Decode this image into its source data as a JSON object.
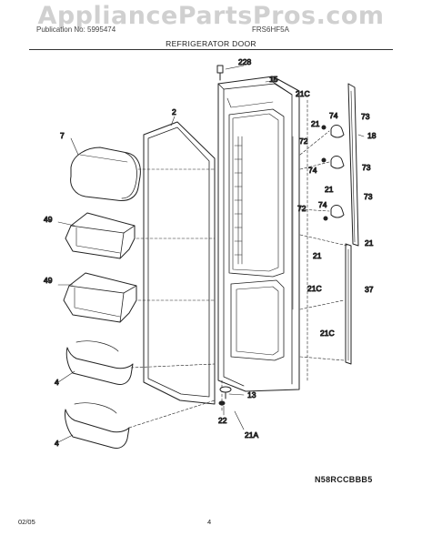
{
  "watermark": "AppliancePartsPros.com",
  "header": {
    "publication_text": "Publication No: 5995474",
    "model_text": "FRS6HF5A",
    "section_title": "REFRIGERATOR DOOR"
  },
  "diagram_code": "N58RCCBBB5",
  "footer": {
    "date": "02/05",
    "page": "4"
  },
  "part_labels": {
    "p228": "228",
    "p15": "15",
    "p21c_a": "21C",
    "p21_a": "21",
    "p74_a": "74",
    "p73_a": "73",
    "p18": "18",
    "p72_a": "72",
    "p74_b": "74",
    "p73_b": "73",
    "p21_b": "21",
    "p72_b": "72",
    "p74_c": "74",
    "p73_c": "73",
    "p21_c": "21",
    "p21_d": "21",
    "p37": "37",
    "p21c_b": "21C",
    "p21c_c": "21C",
    "p13": "13",
    "p22": "22",
    "p21a": "21A",
    "p2": "2",
    "p7": "7",
    "p49_a": "49",
    "p49_b": "49",
    "p4_a": "4",
    "p4_b": "4"
  }
}
